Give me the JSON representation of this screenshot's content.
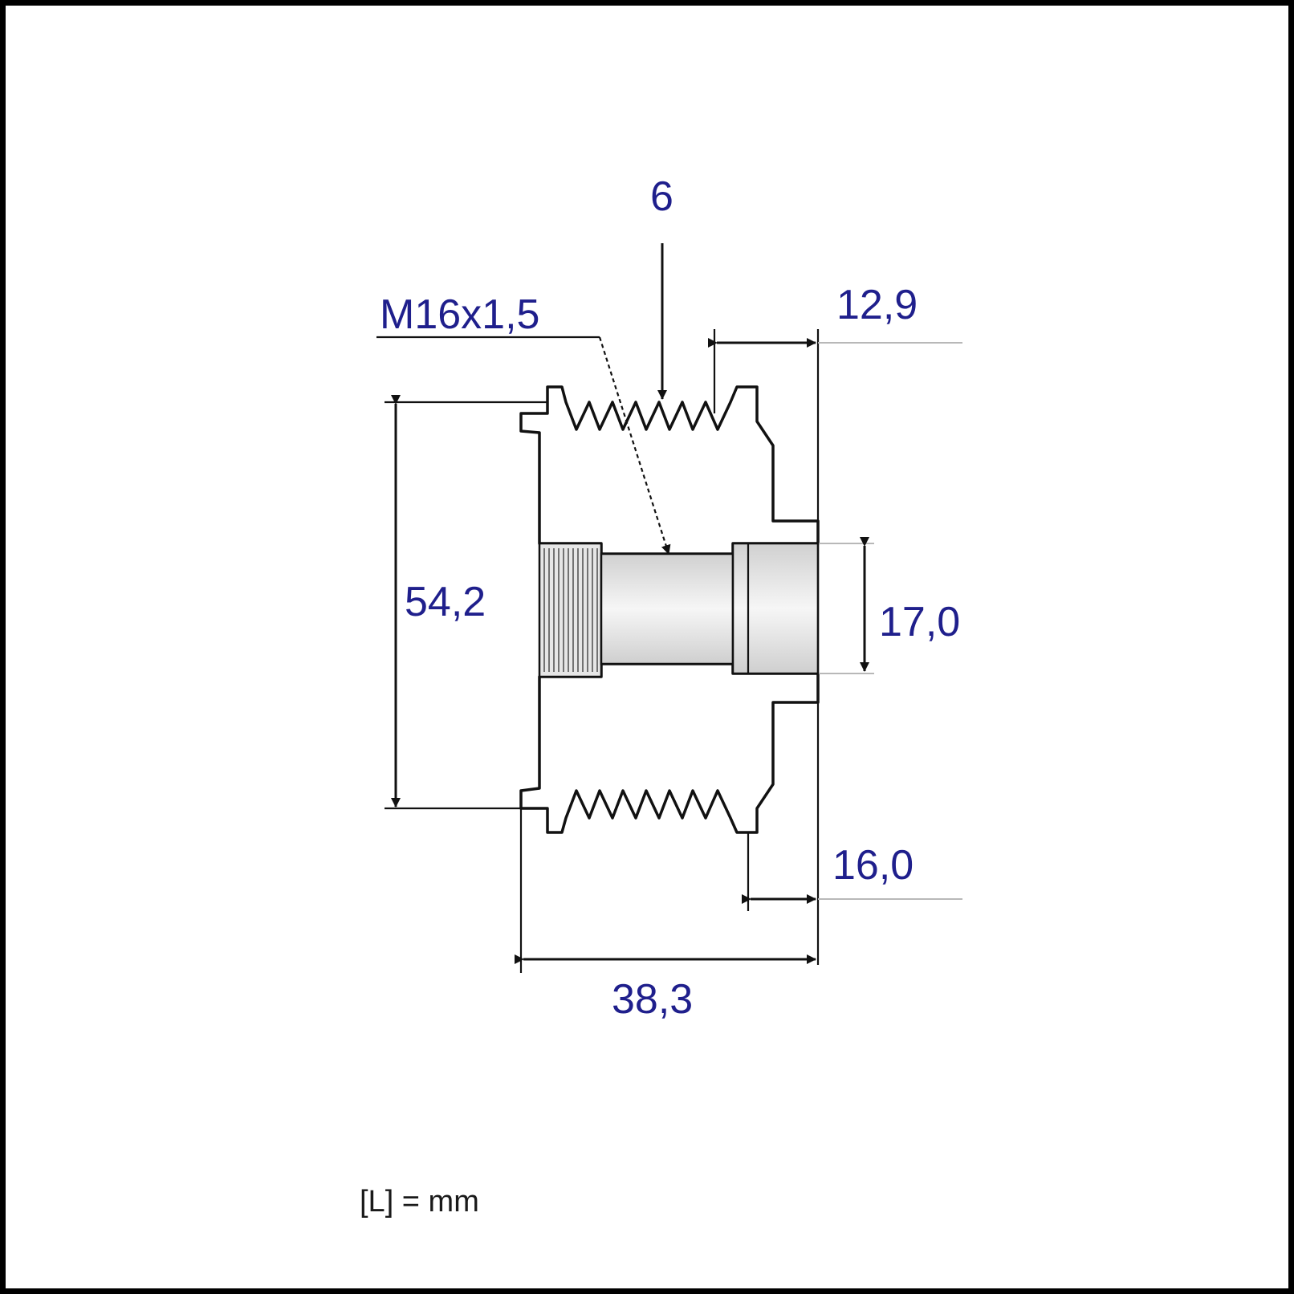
{
  "drawing": {
    "dimensions": {
      "ribs": "6",
      "thread": "M16x1,5",
      "hub_length": "12,9",
      "outer_diameter": "54,2",
      "bore_diameter": "17,0",
      "rear_length": "16,0",
      "total_length": "38,3"
    },
    "unit_note": "[L] = mm"
  },
  "colors": {
    "dimension_text": "#1f1f8c",
    "section_fill": "#d4d4d4",
    "bore_fill": "#e9e9e9",
    "outline": "#111111"
  }
}
